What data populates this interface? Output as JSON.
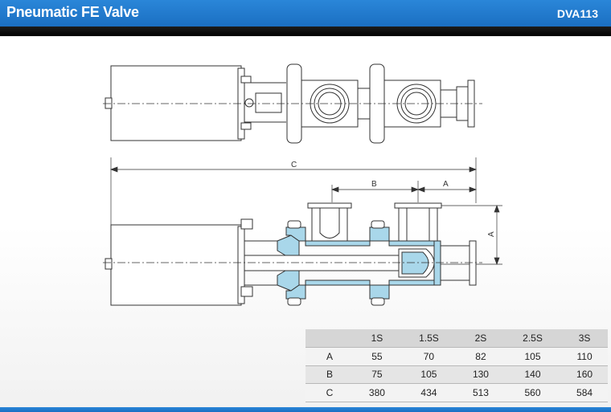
{
  "header": {
    "title": "Pneumatic FE Valve",
    "code": "DVA113"
  },
  "drawing": {
    "dim_labels": {
      "a": "A",
      "b": "B",
      "c": "C"
    }
  },
  "colors": {
    "header_blue": "#1b6fc2",
    "section_fill": "#a9d7ea",
    "line": "#333333"
  },
  "table": {
    "columns": [
      "",
      "1S",
      "1.5S",
      "2S",
      "2.5S",
      "3S"
    ],
    "rows": [
      {
        "label": "A",
        "values": [
          "55",
          "70",
          "82",
          "105",
          "110"
        ]
      },
      {
        "label": "B",
        "values": [
          "75",
          "105",
          "130",
          "140",
          "160"
        ]
      },
      {
        "label": "C",
        "values": [
          "380",
          "434",
          "513",
          "560",
          "584"
        ]
      }
    ]
  }
}
